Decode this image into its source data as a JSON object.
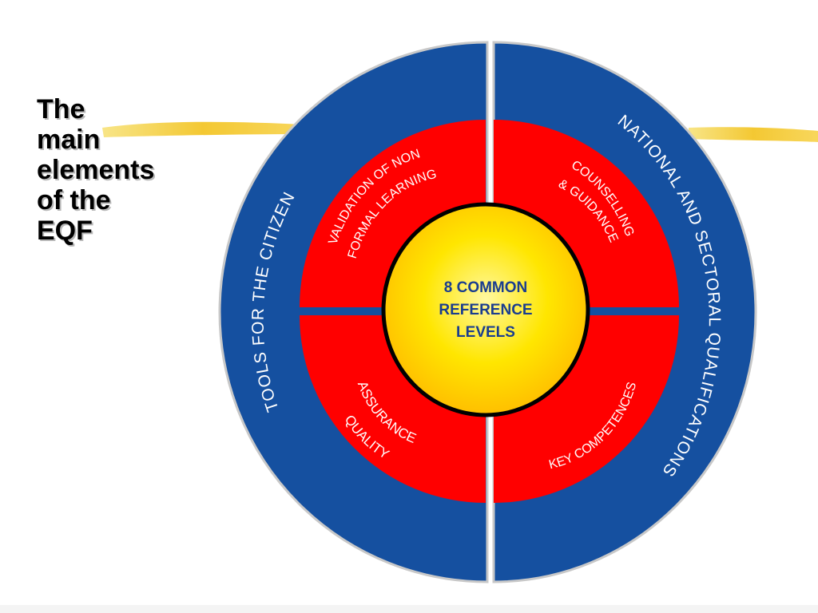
{
  "title": {
    "lines": [
      "The",
      "main",
      "elements",
      "of the",
      "EQF"
    ]
  },
  "diagram": {
    "center": {
      "lines": [
        "8 COMMON",
        "REFERENCE",
        "LEVELS"
      ]
    },
    "outer_ring": {
      "left": "TOOLS FOR THE CITIZEN",
      "right": "NATIONAL AND SECTORAL QUALIFICATIONS"
    },
    "quadrants": {
      "top_left": [
        "VALIDATION OF NON",
        "FORMAL LEARNING"
      ],
      "top_right": [
        "COUNSELLING",
        "& GUIDANCE"
      ],
      "bottom_left": [
        "QUALITY",
        "ASSURANCE"
      ],
      "bottom_right": [
        "KEY COMPETENCES"
      ]
    }
  },
  "colors": {
    "outer_ring": "#1550a0",
    "inner_ring": "#ff0000",
    "center_light": "#fff200",
    "center_dark": "#ffc000",
    "center_text": "#1a3d8f",
    "accent_stroke": "#f5c000"
  }
}
